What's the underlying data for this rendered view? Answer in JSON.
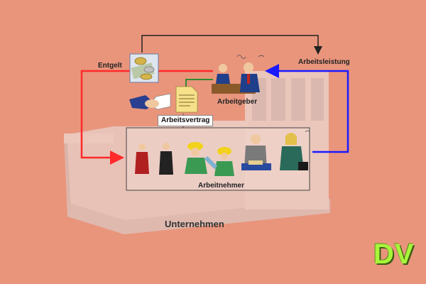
{
  "labels": {
    "entgelt": "Entgelt",
    "arbeitsleistung": "Arbeitsleistung",
    "arbeitgeber": "Arbeitgeber",
    "arbeitsvertrag": "Arbeitsvertrag",
    "arbeitnehmer": "Arbeitnehmer",
    "unternehmen": "Unternehmen"
  },
  "logo": {
    "text": "DV"
  },
  "colors": {
    "background": "#e9957c",
    "money_flow": "#ff2a2a",
    "work_flow": "#1a1aff",
    "contract_line": "#2e8b2e",
    "top_loop": "#222222"
  }
}
